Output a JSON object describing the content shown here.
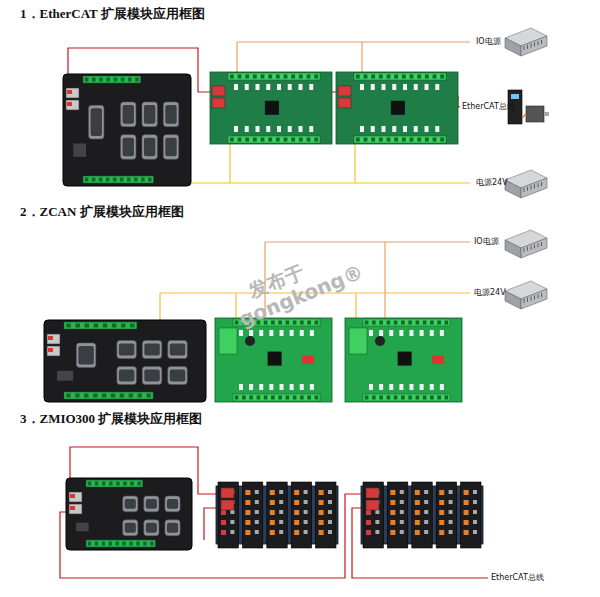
{
  "diagram": {
    "labels": [
      "1．EtherCAT 扩展模块应用框图",
      "IO电源",
      "EtherCAT总线",
      "电源24V",
      "2．ZCAN 扩展模块应用框图",
      "IO电源",
      "电源24V",
      "发布于",
      "gongkong®",
      "3．ZMIO300 扩展模块应用框图",
      "EtherCAT总线"
    ]
  }
}
